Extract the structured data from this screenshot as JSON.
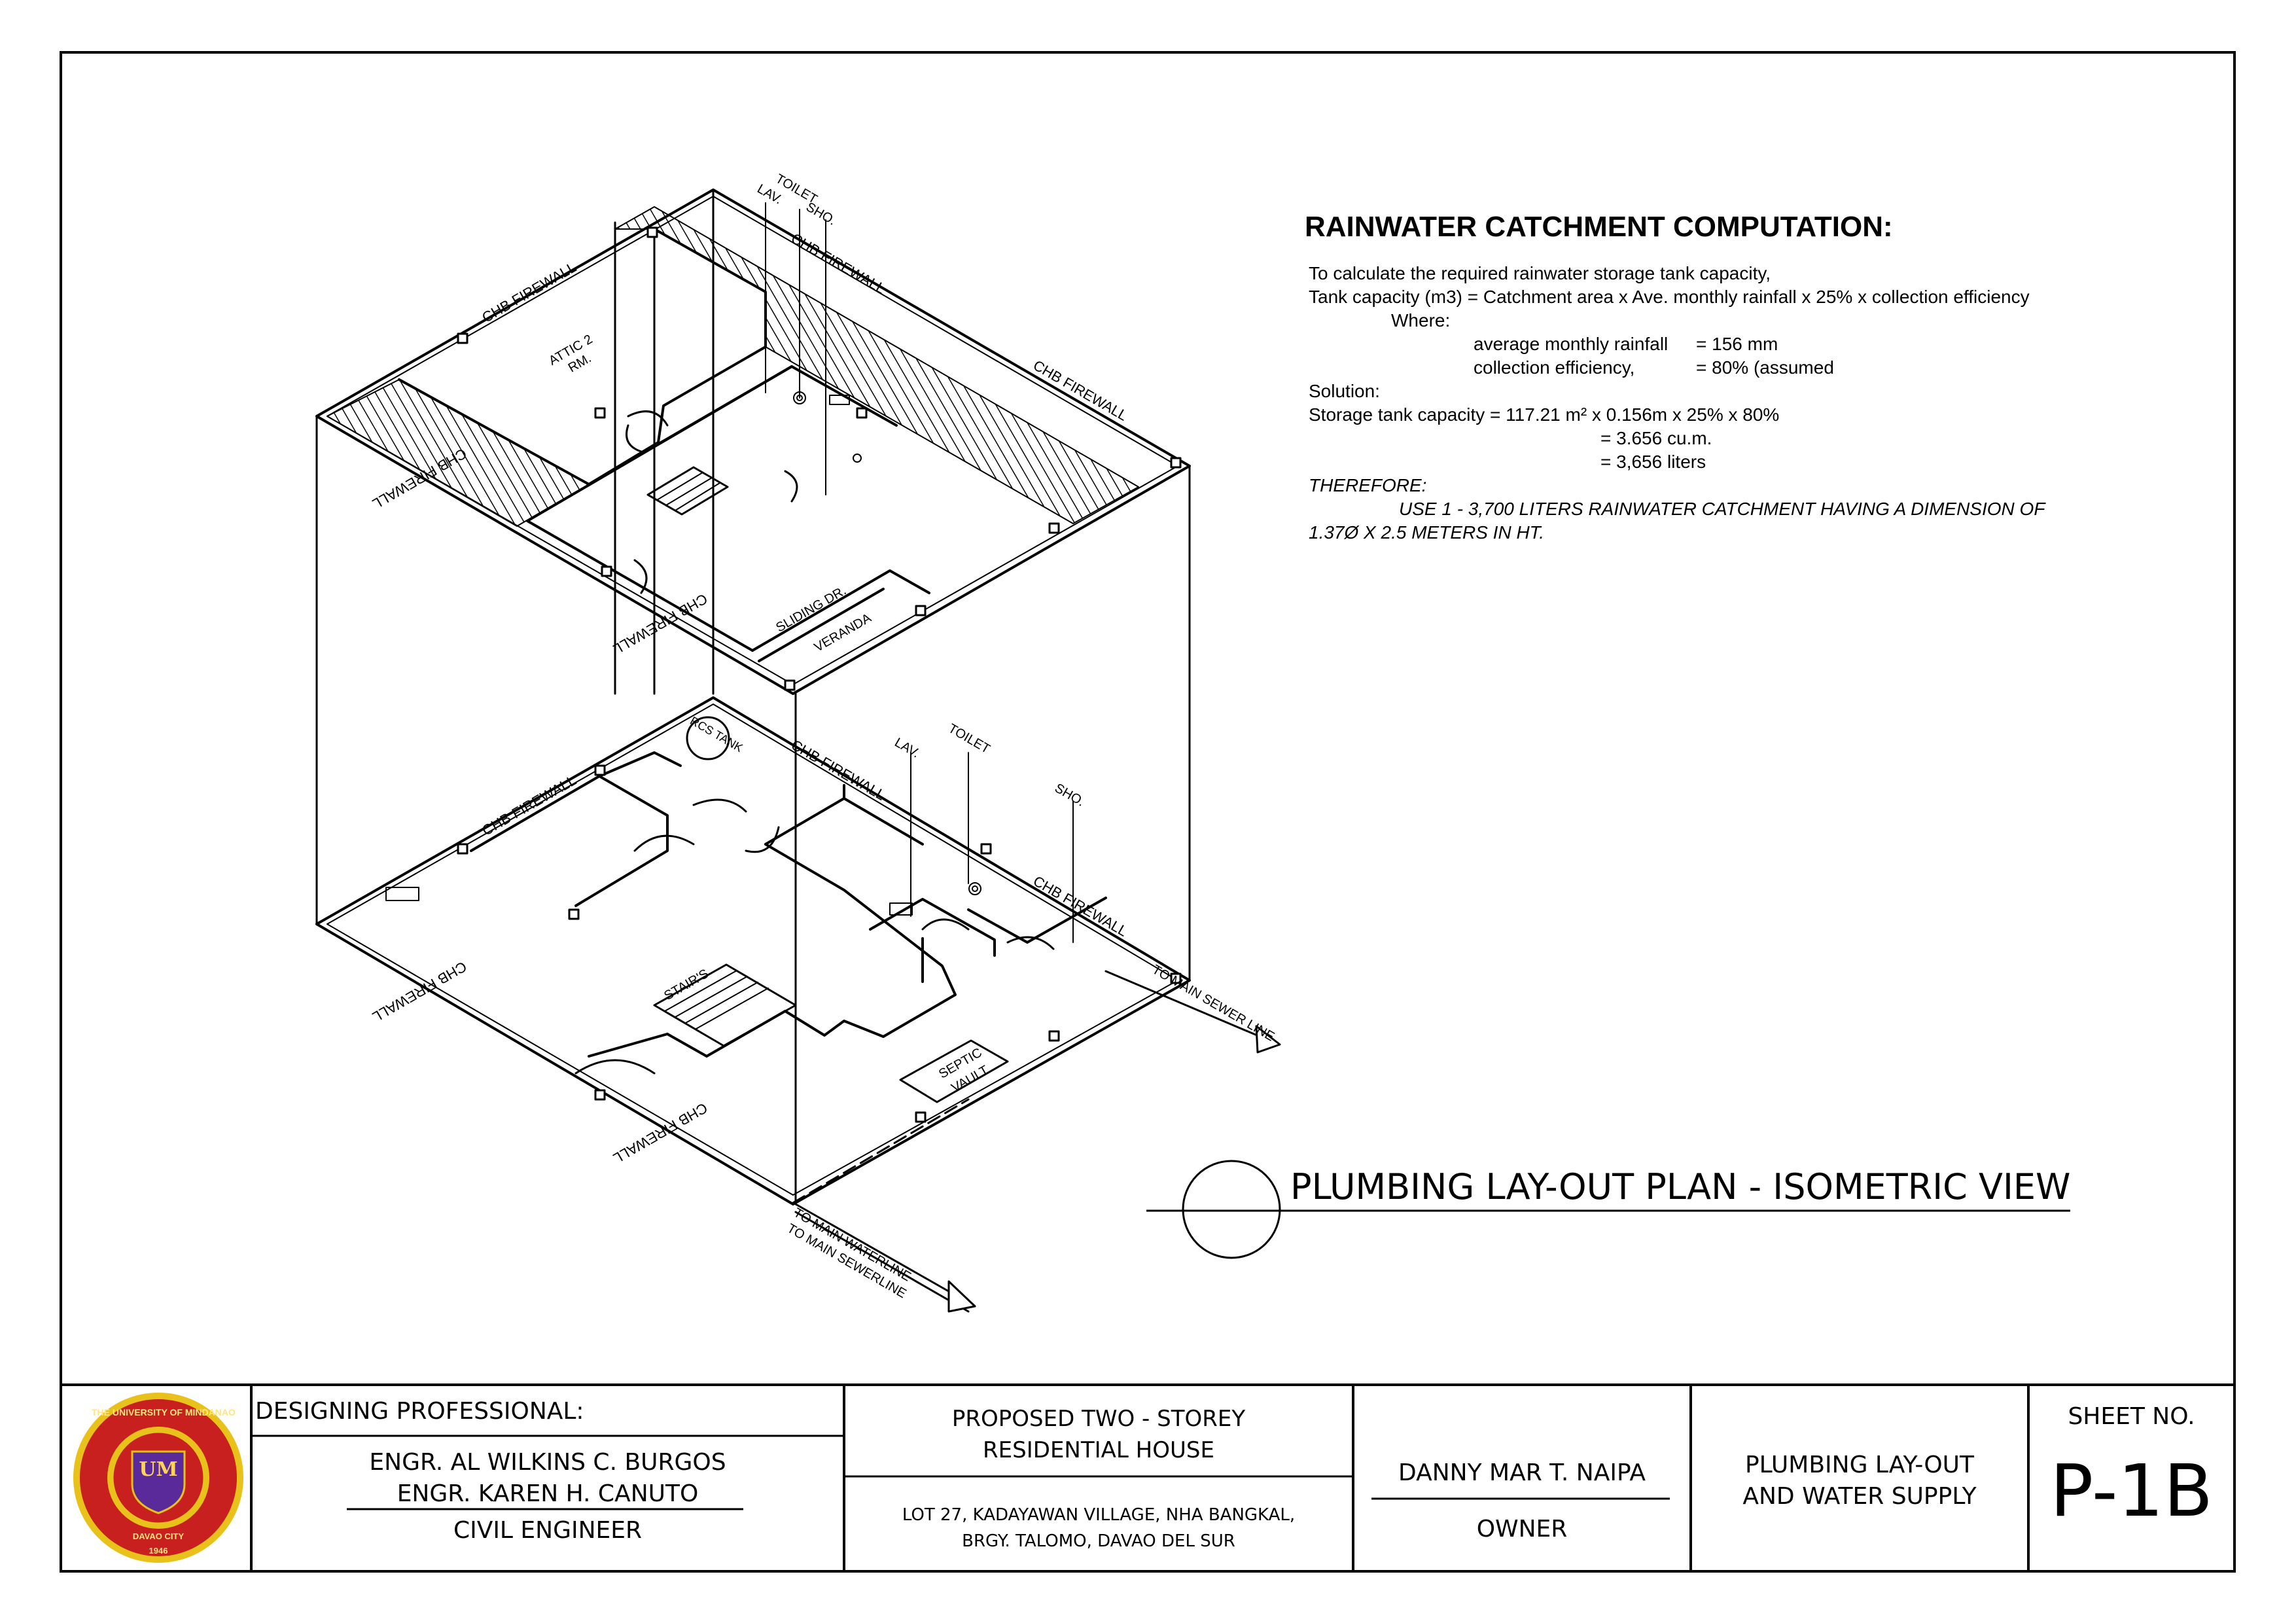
{
  "computation": {
    "title": "RAINWATER CATCHMENT COMPUTATION:",
    "intro": "To calculate the required rainwater storage tank capacity,",
    "formula": "Tank capacity (m3) = Catchment area x Ave. monthly rainfall x 25% x collection efficiency",
    "where": "Where:",
    "rainfall_label": "average monthly rainfall",
    "rainfall_value": "= 156 mm",
    "efficiency_label": "collection efficiency,",
    "efficiency_value": "=  80%     (assumed",
    "solution": "Solution:",
    "storage_line": "Storage tank capacity =  117.21 m² x 0.156m x 25% x 80%",
    "result_cum": "= 3.656 cu.m.",
    "result_liters": "= 3,656 liters",
    "therefore": "THEREFORE:",
    "use_line1": "USE  1 - 3,700 LITERS RAINWATER CATCHMENT HAVING A DIMENSION OF",
    "use_line2": "1.37Ø X 2.5 METERS IN HT."
  },
  "drawing_title": "PLUMBING LAY-OUT PLAN - ISOMETRIC VIEW",
  "labels": {
    "chb_firewall": "CHB FIREWALL",
    "toilet": "TOILET",
    "lav": "LAV.",
    "sho": "SHO.",
    "attic": "ATTIC 2",
    "attic_rm": "RM.",
    "sliding_dr": "SLIDING DR.",
    "veranda": "VERANDA",
    "rcs_tank": "RCS TANK",
    "stairs": "STAIR'S",
    "septic": "SEPTIC",
    "vault": "VAULT",
    "to_main_sewerline": "TO MAIN SEWERLINE",
    "to_main_sewer_line": "TO MAIN SEWER LINE",
    "to_main_waterline": "TO MAIN WATERLINE"
  },
  "title_block": {
    "designing_professional": "DESIGNING PROFESSIONAL:",
    "engineer1": "ENGR. AL WILKINS C. BURGOS",
    "engineer2": "ENGR.  KAREN H. CANUTO",
    "civil_engineer": "CIVIL ENGINEER",
    "project_line1": "PROPOSED TWO - STOREY",
    "project_line2": "RESIDENTIAL HOUSE",
    "location_line1": "LOT 27, KADAYAWAN VILLAGE, NHA BANGKAL,",
    "location_line2": "BRGY. TALOMO, DAVAO DEL SUR",
    "owner_name": "DANNY MAR T. NAIPA",
    "owner_label": "OWNER",
    "sheet_title_line1": "PLUMBING LAY-OUT",
    "sheet_title_line2": "AND WATER SUPPLY",
    "sheet_no_label": "SHEET NO.",
    "sheet_no": "P-1B"
  },
  "seal": {
    "text": "THE UNIVERSITY OF MINDANAO",
    "monogram": "UM",
    "city": "DAVAO CITY",
    "year": "1946",
    "colors": {
      "outer": "#e8c21a",
      "ring": "#c8201e",
      "inner": "#d9a21a"
    }
  }
}
